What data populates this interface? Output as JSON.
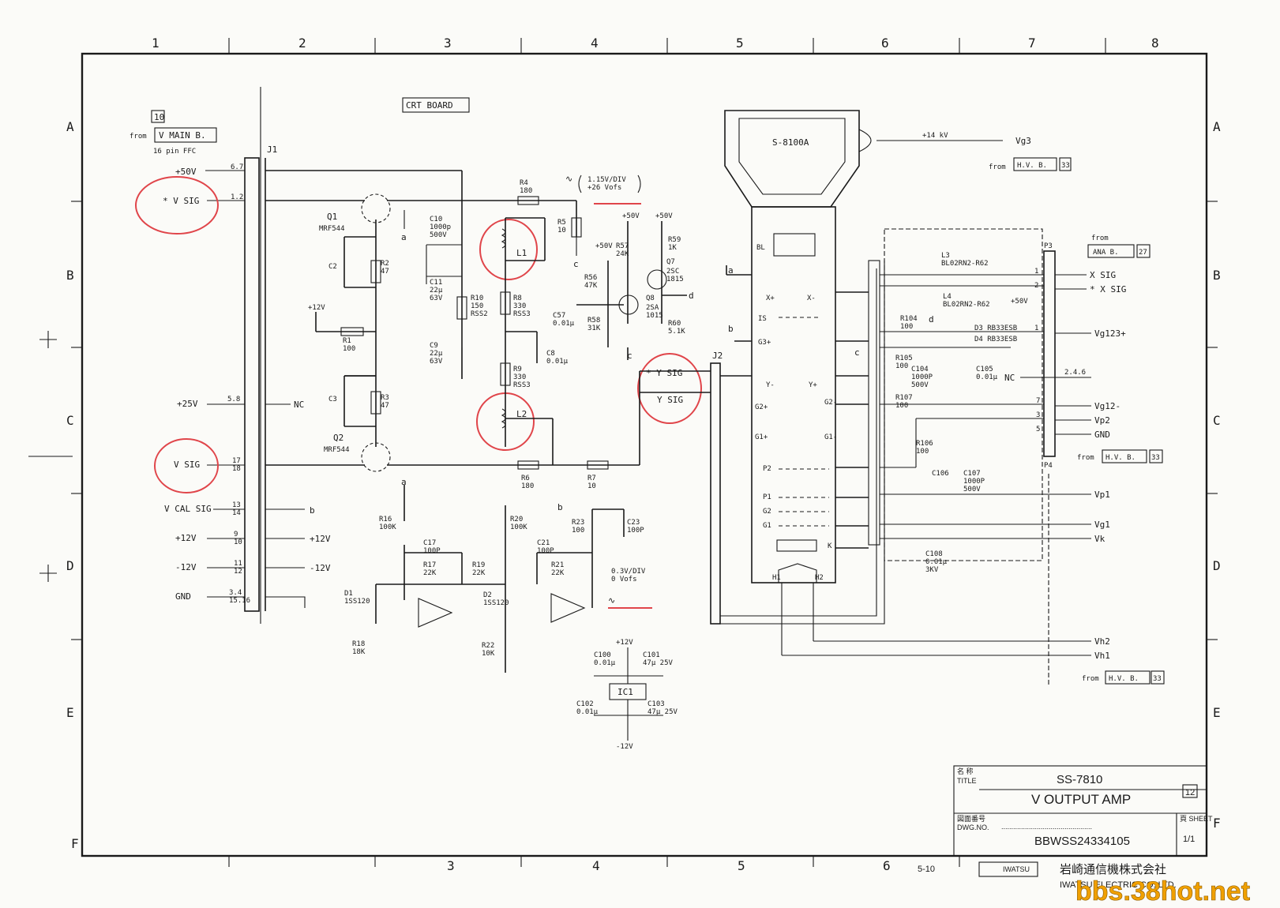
{
  "zones": {
    "columns": [
      "1",
      "2",
      "3",
      "4",
      "5",
      "6",
      "7",
      "8"
    ],
    "rows": [
      "A",
      "B",
      "C",
      "D",
      "E",
      "F"
    ],
    "bottom_columns": [
      "3",
      "4",
      "5",
      "6"
    ]
  },
  "boards": {
    "crt": "CRT BOARD",
    "crt_tube": "S-8100A"
  },
  "connectors": {
    "j1": "J1",
    "j2": "J2",
    "p3": "P3",
    "p4": "P4"
  },
  "refs": {
    "from1": "from",
    "vmain": "V MAIN B.",
    "vmain_num": "10",
    "ffc": "16 pin FFC",
    "from2": "from",
    "hvb": "H.V. B.",
    "hvb_num": "33",
    "from3": "from",
    "anab": "ANA B.",
    "anab_num": "27",
    "from4": "from",
    "hvb2": "H.V. B.",
    "hvb2_num": "33",
    "from5": "from",
    "hvb3": "H.V. B.",
    "hvb3_num": "33"
  },
  "left_signals": [
    {
      "name": "+50V",
      "pin": "6.7"
    },
    {
      "name": "* V SIG",
      "pin": "1.2"
    },
    {
      "name": "+25V",
      "pin": "5.8"
    },
    {
      "name": "V SIG",
      "pin": "17\n18"
    },
    {
      "name": "V CAL SIG",
      "pin": "13\n14"
    },
    {
      "name": "+12V",
      "pin": "9\n10"
    },
    {
      "name": "-12V",
      "pin": "11\n12"
    },
    {
      "name": "GND",
      "pin": "3.4\n15.16"
    }
  ],
  "j1_right": {
    "nc": "NC",
    "b": "b",
    "p12": "+12V",
    "m12": "-12V"
  },
  "transistors": {
    "q1": "Q1",
    "q1t": "MRF544",
    "q2": "Q2",
    "q2t": "MRF544",
    "q7": "Q7",
    "q7t": "2SC\n1815",
    "q8": "Q8",
    "q8t": "2SA\n1015"
  },
  "components": {
    "c2": "C2",
    "r2": "R2\n47",
    "r1": "R1\n100",
    "c3": "C3",
    "r3": "R3\n47",
    "p12v": "+12V",
    "c10": "C10\n1000p\n500V",
    "c11": "C11\n22μ\n63V",
    "r10": "R10\n150\nRSS2",
    "c9": "C9\n22μ\n63V",
    "r4": "R4\n180",
    "l1": "L1",
    "r8": "R8\n330\nRSS3",
    "c8": "C8\n0.01μ",
    "r9": "R9\n330\nRSS3",
    "l2": "L2",
    "r6": "R6\n180",
    "r7": "R7\n10",
    "r5": "R5\n10",
    "r56": "R56\n47K",
    "r57": "R57\n24K",
    "r58": "R58\n31K",
    "c57": "C57\n0.01μ",
    "r59": "R59\n1K",
    "r60": "R60\n5.1K",
    "p50a": "+50V",
    "p50b": "+50V",
    "p50c": "+50V",
    "r16": "R16\n100K",
    "c17": "C17\n100P",
    "r17": "R17\n22K",
    "r19": "R19\n22K",
    "r18": "R18\n18K",
    "d1": "D1\n1SS120",
    "r20": "R20\n100K",
    "d2": "D2\n1SS120",
    "r22": "R22\n10K",
    "c21": "C21\n100P",
    "r21": "R21\n22K",
    "r23": "R23\n100",
    "c23": "C23\n100P",
    "c100": "C100\n0.01μ",
    "c101": "C101\n47μ 25V",
    "c102": "C102\n0.01μ",
    "c103": "C103\n47μ 25V",
    "ic1": "IC1",
    "ic_p12": "+12V",
    "ic_m12": "-12V",
    "r104": "R104\n100",
    "r105": "R105\n100",
    "c104": "C104\n1000P\n500V",
    "c105": "C105\n0.01μ",
    "r107": "R107\n100",
    "r106": "R106\n100",
    "c106": "C106",
    "c107": "C107\n1000P\n500V",
    "c108": "C108\n0.01μ\n3KV",
    "l3": "L3\nBL02RN2-R62",
    "l4": "L4\nBL02RN2-R62",
    "d3": "D3  RB33ESB",
    "d4": "D4  RB33ESB",
    "p50d": "+50V"
  },
  "annotations": {
    "sens": "1.15V/DIV\n+26 Vofs",
    "offs": "0.3V/DIV\n0 Vofs",
    "ysig": "* Y SIG",
    "ysig2": "Y SIG",
    "hv": "+14 kV",
    "vg3": "Vg3"
  },
  "crt_pins": {
    "bl": "BL",
    "xp": "X+",
    "xm": "X-",
    "is": "IS",
    "g3": "G3+",
    "ym": "Y-",
    "yp": "Y+",
    "g2a": "G2+",
    "g2b": "G2-",
    "g1a": "G1+",
    "g1b": "G1-",
    "p2": "P2",
    "p1": "P1",
    "g2": "G2",
    "g1": "G1",
    "k": "K",
    "h1": "H1",
    "h2": "H2"
  },
  "right_signals": [
    {
      "name": "X SIG",
      "pin": "1"
    },
    {
      "name": "* X SIG",
      "pin": "2"
    },
    {
      "name": "Vg123+",
      "pin": "1"
    },
    {
      "name": "NC",
      "pin": "2.4.6"
    },
    {
      "name": "Vg12-",
      "pin": "7"
    },
    {
      "name": "Vp2",
      "pin": "3"
    },
    {
      "name": "GND",
      "pin": "5"
    },
    {
      "name": "Vp1",
      "pin": ""
    },
    {
      "name": "Vg1",
      "pin": ""
    },
    {
      "name": "Vk",
      "pin": ""
    },
    {
      "name": "Vh2",
      "pin": ""
    },
    {
      "name": "Vh1",
      "pin": ""
    }
  ],
  "title_block": {
    "name_label": "名 称",
    "title_label": "TITLE",
    "model": "SS-7810",
    "title": "V OUTPUT AMP",
    "num": "12",
    "dwg_label1": "図面番号",
    "dwg_label2": "DWG.NO.",
    "dwg_dots": "..............................................",
    "dwg_no": "BBWSS24334105",
    "sheet_label": "頁 SHEET",
    "sheet": "1/1",
    "page": "5-10",
    "company_jp": "岩崎通信機株式会社",
    "company_en": "IWATSU ELECTRIC CO. LTD.",
    "logo": "IWATSU"
  },
  "watermark": "bbs.38hot.net"
}
